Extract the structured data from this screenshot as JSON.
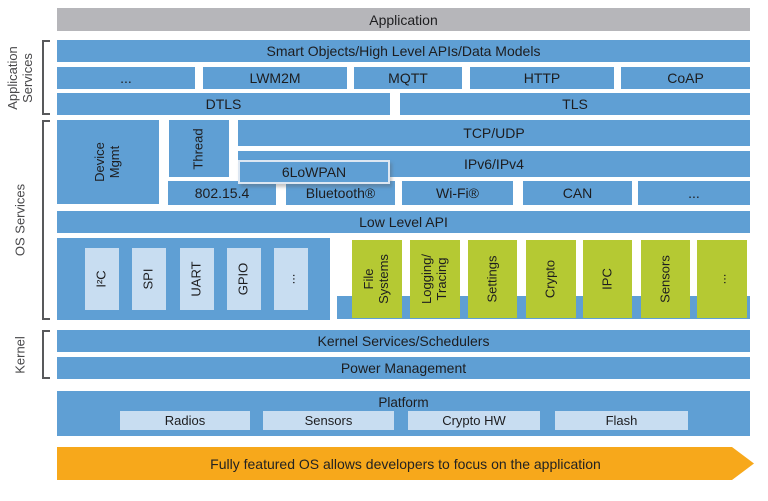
{
  "application": {
    "label": "Application"
  },
  "sections": {
    "app_services_label": "Application\nServices",
    "os_services_label": "OS Services",
    "kernel_label": "Kernel"
  },
  "app_services": {
    "smart_objects": "Smart Objects/High Level APIs/Data Models",
    "protocols": [
      "...",
      "LWM2M",
      "MQTT",
      "HTTP",
      "CoAP"
    ],
    "security": [
      "DTLS",
      "TLS"
    ]
  },
  "os": {
    "device_mgmt": "Device\nMgmt",
    "thread": "Thread",
    "tcp_udp": "TCP/UDP",
    "ip": "IPv6/IPv4",
    "sixlowpan": "6LoWPAN",
    "connectivity": [
      "802.15.4",
      "Bluetooth®",
      "Wi-Fi®",
      "CAN",
      "..."
    ],
    "low_level_api": "Low Level API",
    "drivers": [
      "I²C",
      "SPI",
      "UART",
      "GPIO",
      "..."
    ],
    "services": [
      "File\nSystems",
      "Logging/\nTracing",
      "Settings",
      "Crypto",
      "IPC",
      "Sensors",
      "..."
    ]
  },
  "kernel": {
    "rows": [
      "Kernel Services/Schedulers",
      "Power Management"
    ]
  },
  "platform": {
    "label": "Platform",
    "components": [
      "Radios",
      "Sensors",
      "Crypto HW",
      "Flash"
    ]
  },
  "banner": {
    "label": "Fully featured OS allows developers to focus on the application"
  },
  "colors": {
    "blue": "#5f9fd4",
    "light_blue": "#c8ddf1",
    "green": "#b5c933",
    "gray_bar": "#b6b6ba",
    "orange": "#f7a81b"
  }
}
